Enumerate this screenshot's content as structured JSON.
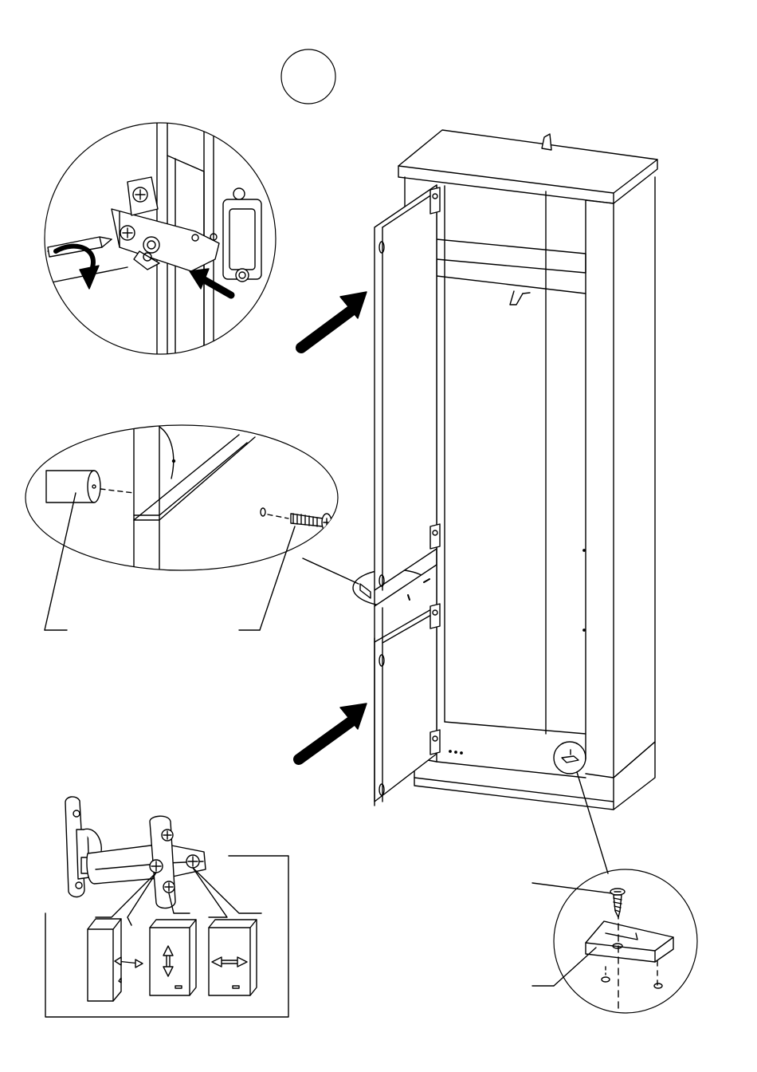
{
  "step": {
    "number": ""
  },
  "colors": {
    "line": "#000000",
    "background": "#ffffff",
    "shade": "#e6e6e6"
  },
  "icons": {
    "step-circle": "circle",
    "hinge-detail": "magnifier-circle",
    "handle-detail": "magnifier-ellipse",
    "foot-detail": "magnifier-circle",
    "adjust-detail": "box"
  }
}
